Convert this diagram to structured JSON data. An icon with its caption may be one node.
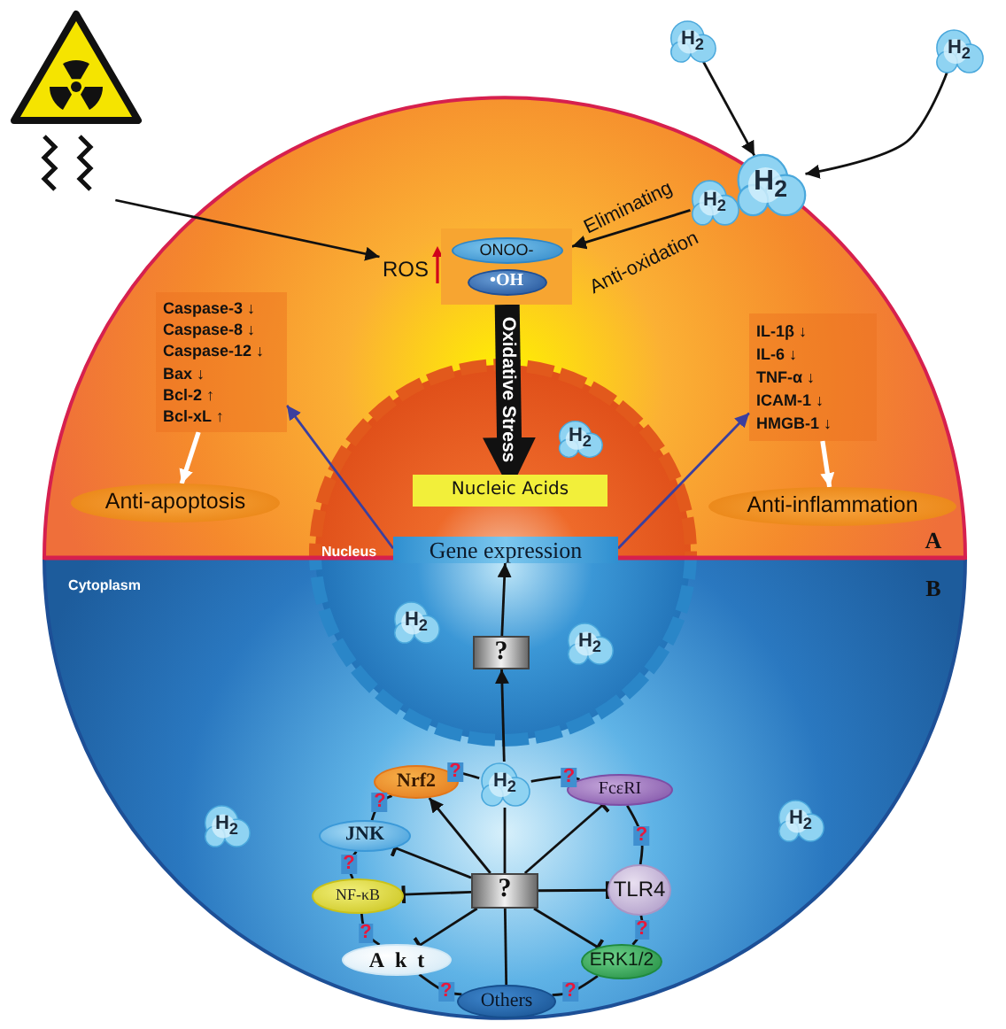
{
  "diagram": {
    "nodes": [
      {
        "text": [],
        "shape": "picture"
      },
      {
        "text": [
          "H$_{2}$"
        ]
      },
      {
        "text": [
          "H$_{2}$"
        ]
      },
      {
        "text": [
          "H$_{2}$"
        ]
      },
      {
        "text": [
          "H$_{2}$"
        ]
      },
      {
        "text": [
          "ROS"
        ]
      },
      {
        "text": [],
        "shape": "box"
      },
      {
        "text": [
          "ONOO-"
        ],
        "in": 6
      },
      {
        "text": [
          "•OH"
        ],
        "in": 6
      },
      {
        "text": [
          "Nucleic Acids"
        ]
      },
      {
        "text": [
          "Gene expression"
        ]
      },
      {
        "text": [
          "Caspase-3 ↓",
          "Caspase-8 ↓",
          "Caspase-12 ↓",
          "Bax ↓",
          "Bcl-2 ↑",
          "Bcl-xL ↑"
        ]
      },
      {
        "text": [
          "Anti-apoptosis"
        ]
      },
      {
        "text": [
          "IL-1β ↓",
          "IL-6 ↓",
          "TNF-α ↓",
          "ICAM-1 ↓",
          "HMGB-1 ↓"
        ]
      },
      {
        "text": [
          "Anti-inflammation"
        ]
      },
      {
        "text": [
          "H$_{2}$"
        ]
      },
      {
        "text": [
          "H$_{2}$"
        ]
      },
      {
        "text": [
          "H$_{2}$"
        ]
      },
      {
        "text": [
          "?"
        ]
      },
      {
        "text": [
          "H$_{2}$"
        ]
      },
      {
        "text": [
          "H$_{2}$"
        ]
      },
      {
        "text": [
          "H$_{2}$"
        ]
      },
      {
        "text": [
          "Nrf2"
        ]
      },
      {
        "text": [
          "FcεRI"
        ]
      },
      {
        "text": [
          "JNK"
        ]
      },
      {
        "text": [
          "TLR4"
        ]
      },
      {
        "text": [
          "NF-κB"
        ]
      },
      {
        "text": [
          "Akt"
        ]
      },
      {
        "text": [
          "ERK1/2"
        ]
      },
      {
        "text": [
          "Others"
        ]
      },
      {
        "text": [
          "?"
        ]
      }
    ],
    "edges": [
      {
        "from": 0,
        "to": 5,
        "arrow": "to"
      },
      {
        "from": 1,
        "to": 3,
        "arrow": "to"
      },
      {
        "from": 2,
        "to": 3,
        "arrow": "to"
      },
      {
        "from": 4,
        "to": 6,
        "arrow": "to",
        "label": "Eliminating"
      },
      {
        "from": 6,
        "to": 9,
        "arrow": "to",
        "label": "Oxidative Stress",
        "style": "thick"
      },
      {
        "from": 10,
        "to": 11,
        "arrow": "to",
        "color": "#3b3f9e"
      },
      {
        "from": 10,
        "to": 13,
        "arrow": "to",
        "color": "#3b3f9e"
      },
      {
        "from": 11,
        "to": 12,
        "arrow": "to",
        "color": "#ffffff"
      },
      {
        "from": 13,
        "to": 14,
        "arrow": "to",
        "color": "#ffffff"
      },
      {
        "from": 18,
        "to": 10,
        "arrow": "to"
      },
      {
        "from": 21,
        "to": 18,
        "arrow": "to"
      },
      {
        "from": 30,
        "to": 21,
        "arrow": "none"
      },
      {
        "from": 30,
        "to": 22,
        "arrow": "to"
      },
      {
        "from": 30,
        "to": 23,
        "arrow": "other"
      },
      {
        "from": 30,
        "to": 24,
        "arrow": "other"
      },
      {
        "from": 30,
        "to": 25,
        "arrow": "other"
      },
      {
        "from": 30,
        "to": 26,
        "arrow": "other"
      },
      {
        "from": 30,
        "to": 28,
        "arrow": "other"
      },
      {
        "from": 30,
        "to": 27,
        "arrow": "other"
      },
      {
        "from": 30,
        "to": 29,
        "arrow": "none"
      },
      {
        "from": 21,
        "to": 22,
        "arrow": "none",
        "label": "?"
      },
      {
        "from": 21,
        "to": 23,
        "arrow": "none",
        "label": "?"
      },
      {
        "from": 23,
        "to": 25,
        "arrow": "none",
        "label": "?"
      },
      {
        "from": 25,
        "to": 28,
        "arrow": "none",
        "label": "?"
      },
      {
        "from": 28,
        "to": 29,
        "arrow": "none",
        "label": "?"
      },
      {
        "from": 29,
        "to": 27,
        "arrow": "none",
        "label": "?"
      },
      {
        "from": 27,
        "to": 26,
        "arrow": "none",
        "label": "?"
      },
      {
        "from": 26,
        "to": 24,
        "arrow": "none",
        "label": "?"
      },
      {
        "from": 24,
        "to": 22,
        "arrow": "none",
        "label": "?"
      }
    ],
    "labels": [
      "Anti-oxidation",
      "Nucleus",
      "Cytoplasm",
      "A",
      "B"
    ]
  }
}
